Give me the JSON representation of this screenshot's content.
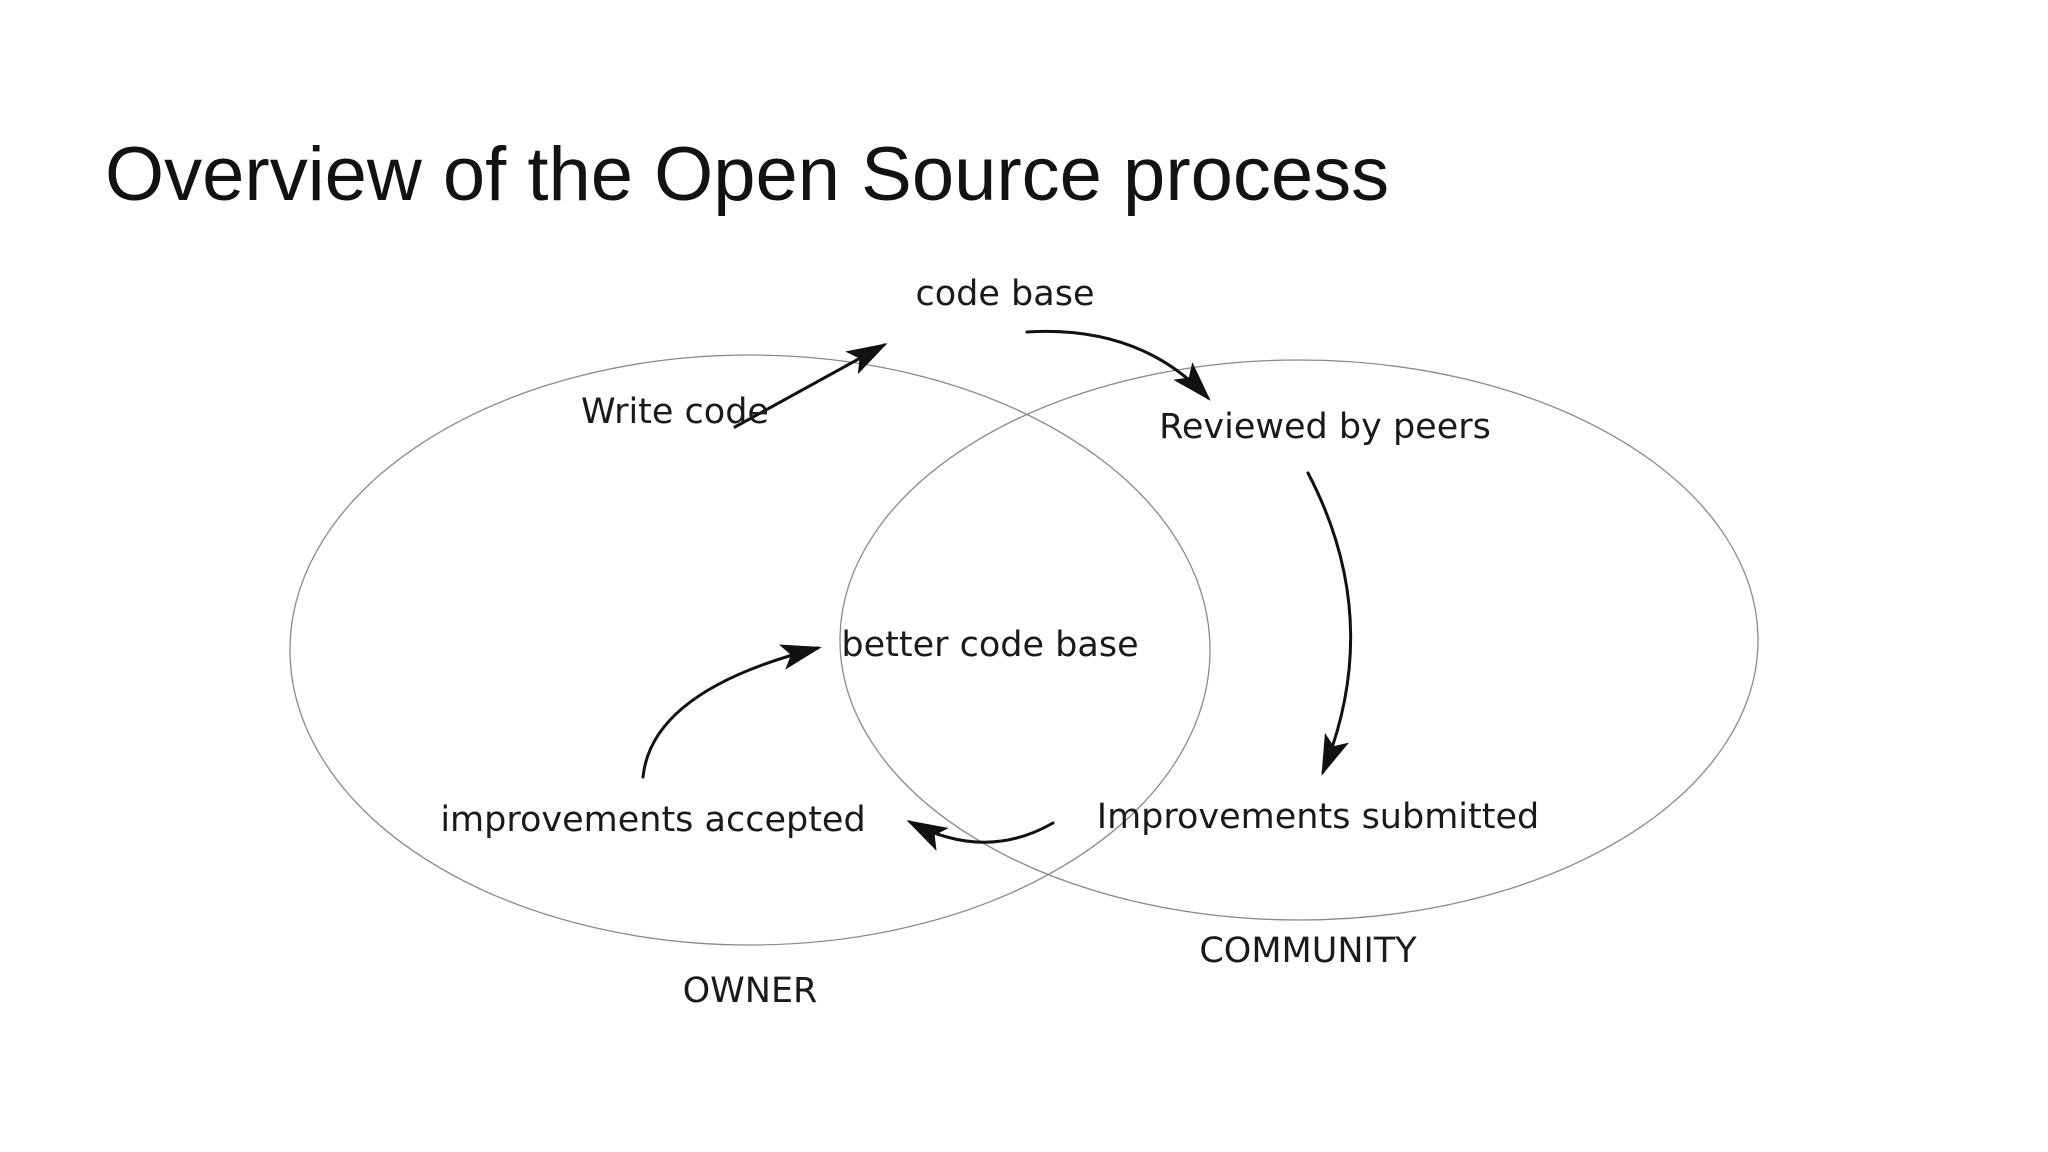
{
  "title": "Overview of the Open Source process",
  "diagram": {
    "type": "venn-flow",
    "background": "#ffffff",
    "sets": [
      {
        "id": "owner",
        "label": "OWNER"
      },
      {
        "id": "community",
        "label": "COMMUNITY"
      }
    ],
    "nodes": [
      {
        "id": "write-code",
        "label": "Write code",
        "region": "owner"
      },
      {
        "id": "code-base",
        "label": "code base",
        "region": "outside-top"
      },
      {
        "id": "reviewed-by-peers",
        "label": "Reviewed by peers",
        "region": "community"
      },
      {
        "id": "better-code-base",
        "label": "better code base",
        "region": "owner-community-overlap"
      },
      {
        "id": "improvements-accepted",
        "label": "improvements accepted",
        "region": "owner"
      },
      {
        "id": "improvements-submitted",
        "label": "Improvements submitted",
        "region": "community"
      }
    ],
    "flows": [
      {
        "from": "write-code",
        "to": "code-base",
        "style": "straight"
      },
      {
        "from": "code-base",
        "to": "reviewed-by-peers",
        "style": "curved"
      },
      {
        "from": "reviewed-by-peers",
        "to": "improvements-submitted",
        "style": "curved"
      },
      {
        "from": "improvements-submitted",
        "to": "improvements-accepted",
        "style": "curved"
      },
      {
        "from": "improvements-accepted",
        "to": "better-code-base",
        "style": "curved"
      }
    ],
    "colors": {
      "arrow": "#111111",
      "ellipse_stroke": "#8a8a8a",
      "text": "#1a1a1a",
      "background": "#ffffff"
    }
  }
}
